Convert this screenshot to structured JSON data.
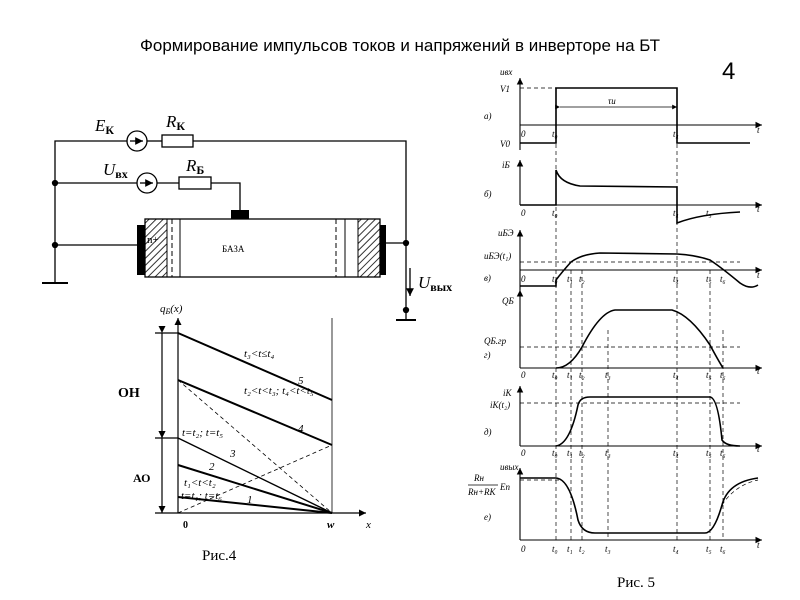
{
  "title": "Формирование импульсов токов и напряжений в инверторе на БТ",
  "slide_number": "4",
  "circuit": {
    "ek": "E",
    "ek_sub": "К",
    "rk": "R",
    "rk_sub": "К",
    "uin": "U",
    "uin_sub": "вх",
    "rb": "R",
    "rb_sub": "Б",
    "base": "БАЗА",
    "nplus": "n+",
    "uout": "U",
    "uout_sub": "вых"
  },
  "fig4": {
    "caption": "Рис.4",
    "ylabel": "q",
    "ylabel_sub": "Б",
    "ylabel_arg": "(x)",
    "xlabel": "x",
    "origin": "0",
    "w_label": "w",
    "on_label": "ОН",
    "ao_label": "АО",
    "lines": [
      {
        "num": "1",
        "range": "t=t₁; t=t₆"
      },
      {
        "num": "2",
        "range": "t₁<t<t₂"
      },
      {
        "num": "3",
        "range": "t=t₂; t=t₅"
      },
      {
        "num": "4",
        "range": "t₂<t<t₃; t₄<t<t₅"
      },
      {
        "num": "5",
        "range": "t₃<t≤t₄"
      }
    ]
  },
  "fig5": {
    "caption": "Рис. 5",
    "v1": "V1",
    "v0": "V0",
    "tau": "τи",
    "panels": [
      {
        "letter": "а)",
        "ylabel": "uвх"
      },
      {
        "letter": "б)",
        "ylabel": "iБ"
      },
      {
        "letter": "в)",
        "ylabel": "uБЭ",
        "level": "uБЭ(t₁)"
      },
      {
        "letter": "г)",
        "ylabel": "QБ",
        "level": "QБ.гр"
      },
      {
        "letter": "д)",
        "ylabel": "iК",
        "level": "iК(t₂)"
      },
      {
        "letter": "е)",
        "ylabel": "uвых",
        "level_num": "Rн",
        "level_den": "Rн+RК",
        "level_e": "Eп"
      }
    ],
    "t_axis": "t",
    "ticks": [
      "0",
      "t₀",
      "t₁",
      "t₂",
      "t₃",
      "t₄",
      "t₅",
      "t₆"
    ]
  }
}
